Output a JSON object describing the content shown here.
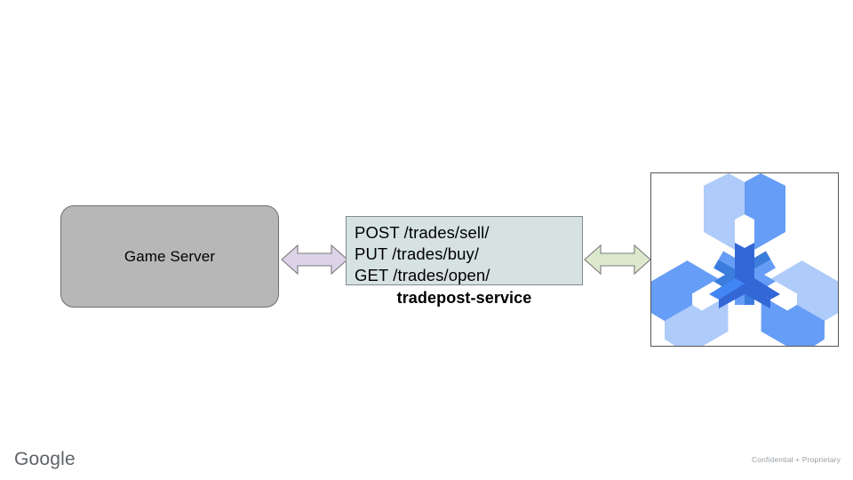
{
  "slide": {
    "background_color": "#ffffff",
    "nodes": {
      "game_server": {
        "label": "Game Server",
        "fill_color": "#b7b7b7",
        "border_color": "#6d6d6d"
      },
      "service": {
        "name": "tradepost-service",
        "fill_color": "#d6e2e2",
        "border_color": "#838b8b",
        "endpoints": [
          "POST /trades/sell/",
          "PUT /trades/buy/",
          "GET /trades/open/"
        ]
      },
      "icon_card": {
        "icon_name": "cloud-build-wrench-icon",
        "border_color": "#555555",
        "colors": {
          "light": "#aecbfa",
          "medium": "#669df6",
          "dark": "#4285f4",
          "deep": "#3367d6"
        }
      }
    },
    "connectors": [
      {
        "name": "game-server-to-service",
        "icon_name": "double-arrow-icon",
        "fill_color": "#dcd3e8",
        "border_color": "#7a7a7a"
      },
      {
        "name": "service-to-cloud-build",
        "icon_name": "double-arrow-icon",
        "fill_color": "#dce9cd",
        "border_color": "#7a7a7a"
      }
    ],
    "footer": {
      "logo_text": "Google",
      "confidentiality_note": "Confidential + Proprietary"
    }
  }
}
